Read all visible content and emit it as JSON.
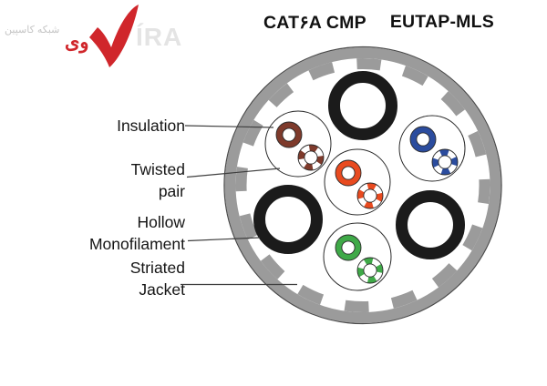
{
  "logo": {
    "latin": "ÍRA",
    "persian": "وی",
    "tagline": "شبکه کاسپین",
    "red": "#d0262b",
    "watermark_gray": "#e4e4e4",
    "tagline_gray": "#c6c6c6"
  },
  "title": {
    "part1": "CAT۶A CMP",
    "part2": "EUTAP-MLS"
  },
  "callouts": {
    "insulation": "Insulation",
    "twisted_1": "Twisted",
    "twisted_2": "pair",
    "hollow_1": "Hollow",
    "hollow_2": "Monofilament",
    "striated_1": "Striated",
    "striated_2": "Jacket"
  },
  "diagram": {
    "jacket_color": "#9b9b9b",
    "jacket_outline_color": "#4a4a4a",
    "monofilament_color": "#1b1b1b",
    "pairs": [
      {
        "name": "brown twisted pair",
        "color": "#7e3a2b"
      },
      {
        "name": "blue twisted pair",
        "color": "#2b4c9e"
      },
      {
        "name": "orange twisted pair",
        "color": "#e84a1f"
      },
      {
        "name": "green twisted pair",
        "color": "#3fa948"
      }
    ]
  }
}
